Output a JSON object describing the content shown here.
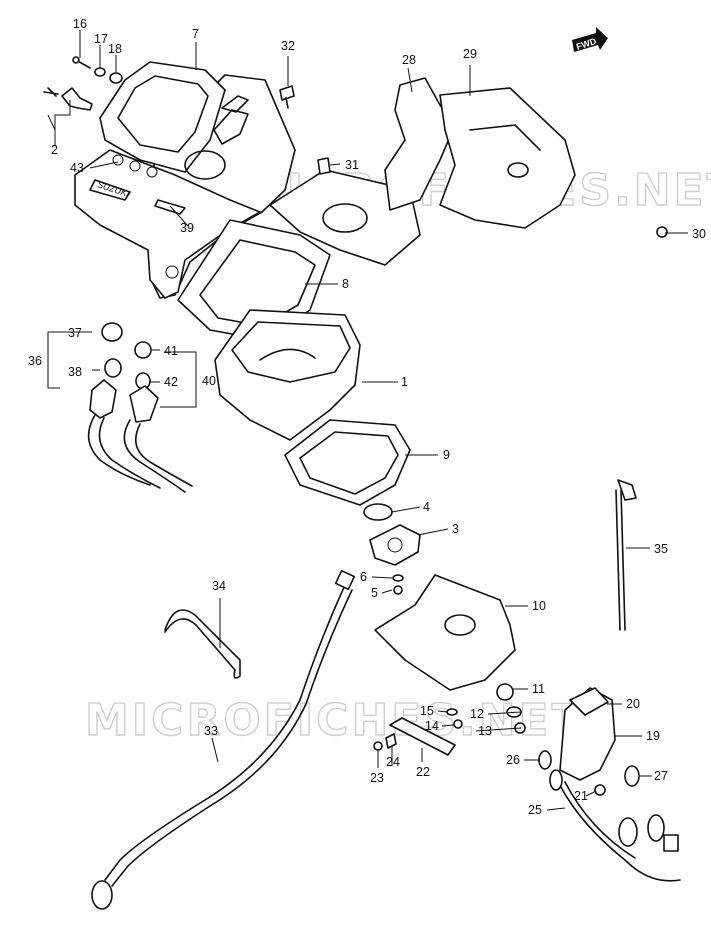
{
  "watermark": "MICROFICHES.NET",
  "fwd_badge": "FWD",
  "brand_mark": "SUZUKI",
  "callouts": [
    "1",
    "2",
    "3",
    "4",
    "5",
    "6",
    "7",
    "8",
    "9",
    "10",
    "11",
    "12",
    "13",
    "14",
    "15",
    "16",
    "17",
    "18",
    "19",
    "20",
    "21",
    "22",
    "23",
    "24",
    "25",
    "26",
    "27",
    "28",
    "29",
    "30",
    "31",
    "32",
    "33",
    "34",
    "35",
    "36",
    "37",
    "38",
    "39",
    "40",
    "41",
    "42",
    "43"
  ]
}
